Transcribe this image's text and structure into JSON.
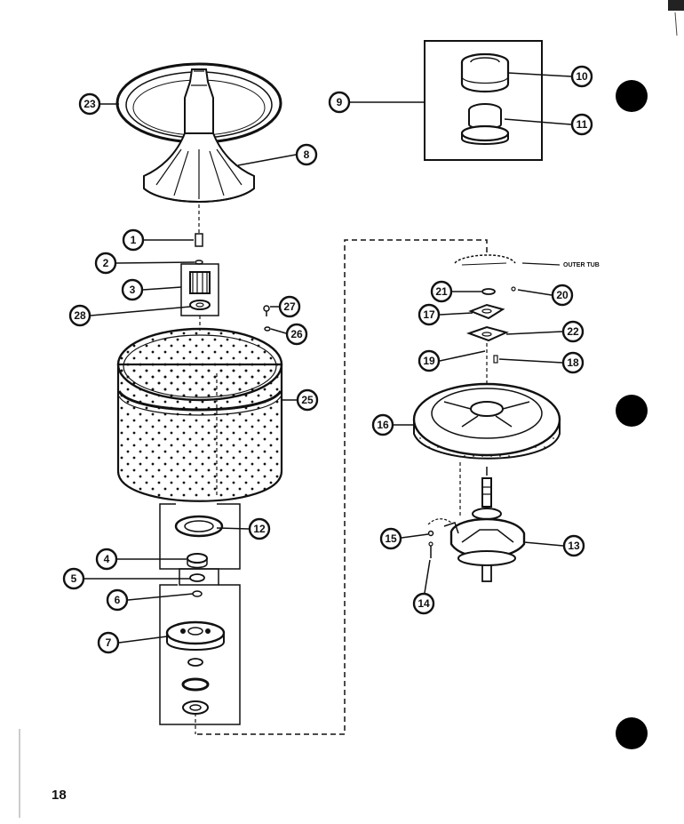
{
  "page_number": "18",
  "outer_tub_label": "OUTER TUB",
  "callouts": {
    "c1": "1",
    "c2": "2",
    "c3": "3",
    "c4": "4",
    "c5": "5",
    "c6": "6",
    "c7": "7",
    "c8": "8",
    "c9": "9",
    "c10": "10",
    "c11": "11",
    "c12": "12",
    "c13": "13",
    "c14": "14",
    "c15": "15",
    "c16": "16",
    "c17": "17",
    "c18": "18",
    "c19": "19",
    "c20": "20",
    "c21": "21",
    "c22": "22",
    "c23": "23",
    "c25": "25",
    "c26": "26",
    "c27": "27",
    "c28": "28"
  },
  "colors": {
    "ink": "#111111",
    "paper": "#ffffff",
    "punch_hole": "#000000"
  }
}
